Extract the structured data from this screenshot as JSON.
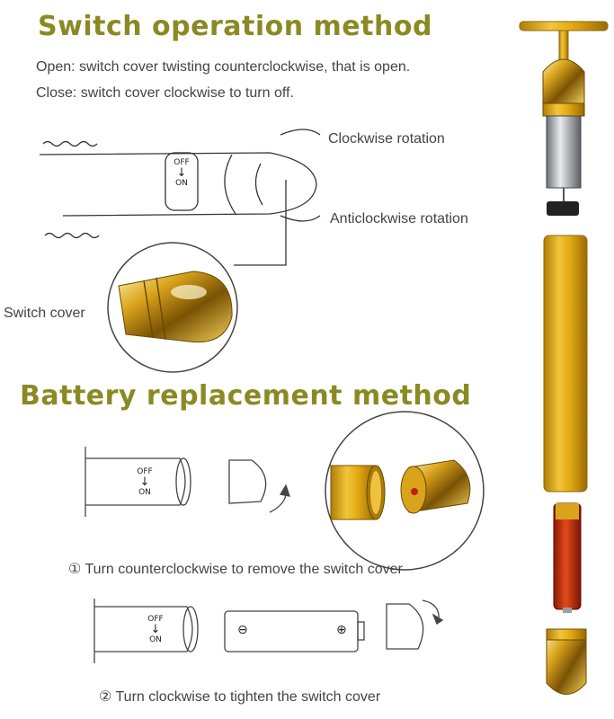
{
  "switch_section": {
    "title": "Switch operation method",
    "open_text": "Open: switch cover twisting counterclockwise, that is open.",
    "close_text": "Close: switch cover clockwise to turn off.",
    "clockwise_label": "Clockwise rotation",
    "anticlockwise_label": "Anticlockwise rotation",
    "switch_cover_label": "Switch cover",
    "marker_off": "OFF",
    "marker_on": "ON",
    "marker_arrow": "↓"
  },
  "battery_section": {
    "title": "Battery replacement method",
    "step1": "① Turn counterclockwise to remove the switch cover",
    "step2": "② Turn clockwise to tighten the switch cover",
    "marker_off": "OFF",
    "marker_on": "ON",
    "battery_minus": "⊖",
    "battery_plus": "⊕"
  },
  "colors": {
    "heading": "#8a8a24",
    "gold": "#d4a21a",
    "dark_gold": "#8a6a10",
    "battery_red": "#c02010"
  }
}
